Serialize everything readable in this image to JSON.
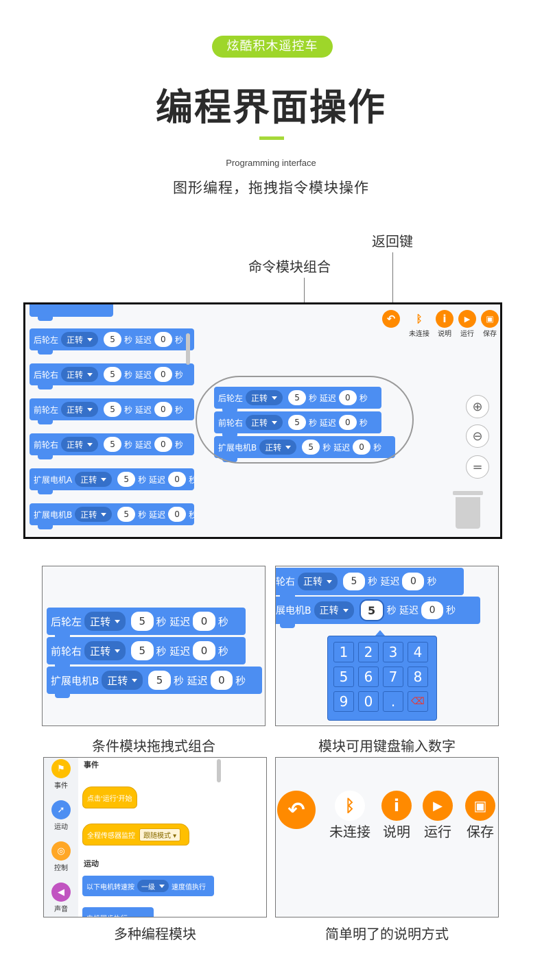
{
  "header": {
    "badge": "炫酷积木遥控车",
    "title": "编程界面操作",
    "subtitle_en": "Programming interface",
    "subtitle_cn": "图形编程，拖拽指令模块操作"
  },
  "callouts": {
    "back_key": "返回键",
    "block_group": "命令模块组合"
  },
  "toolbar": {
    "connect_label": "未连接",
    "info_label": "说明",
    "run_label": "运行",
    "save_label": "保存"
  },
  "block_text": {
    "dir": "正转",
    "sec_delay": "秒 延迟",
    "sec": "秒",
    "val5": "5",
    "val0": "0"
  },
  "left_blocks": [
    {
      "label": "后轮左"
    },
    {
      "label": "后轮右"
    },
    {
      "label": "前轮左"
    },
    {
      "label": "前轮右"
    },
    {
      "label": "扩展电机A"
    },
    {
      "label": "扩展电机B"
    }
  ],
  "group_blocks": [
    {
      "label": "后轮左"
    },
    {
      "label": "前轮右"
    },
    {
      "label": "扩展电机B"
    }
  ],
  "panel2": {
    "row1_label": "轮右",
    "row2_label": "展电机B",
    "keys": [
      "1",
      "2",
      "3",
      "4",
      "5",
      "6",
      "7",
      "8",
      "9",
      "0",
      ".",
      "⌫"
    ]
  },
  "panel3": {
    "categories": [
      "事件",
      "运动",
      "控制",
      "声音"
    ],
    "section_event": "事件",
    "section_motion": "运动",
    "block_click_run": "点击'运行'开始",
    "block_sensor": "全程传感器监控",
    "sensor_mode": "跟随模式",
    "block_motor_speed": "以下电机转速按",
    "speed_level": "一级",
    "speed_tail": "速度值执行",
    "block_sync": "电机同步执行"
  },
  "captions": {
    "c1": "条件模块拖拽式组合",
    "c2": "模块可用键盘输入数字",
    "c3": "多种编程模块",
    "c4": "简单明了的说明方式"
  },
  "colors": {
    "accent_green": "#9ed62a",
    "block_blue": "#4c8ef2",
    "orange": "#ff8a00",
    "event_yellow": "#ffbf00"
  }
}
